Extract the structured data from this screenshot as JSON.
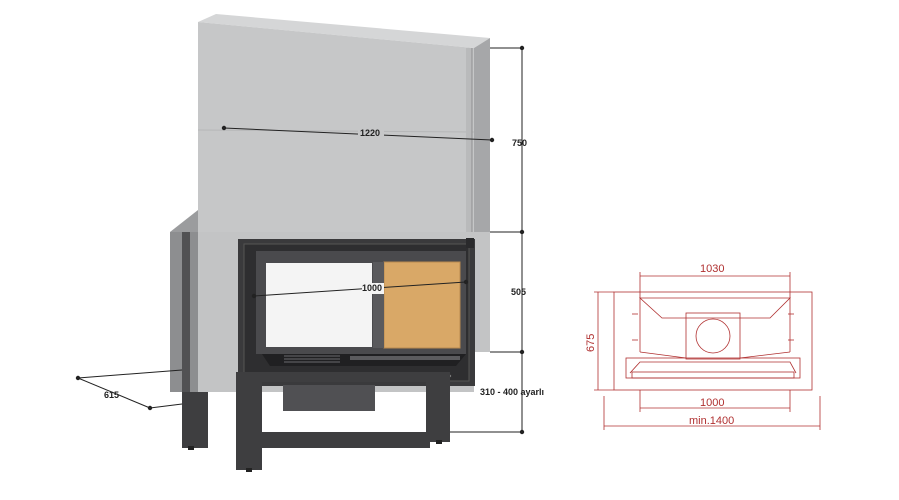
{
  "colors": {
    "hood_face": "#c8c9ca",
    "hood_side": "#a9aaac",
    "frame_dark": "#3c3c3e",
    "firebox_back": "#d9a867",
    "dim_line": "#222222",
    "plan_line": "#b03030"
  },
  "fireplace_view": {
    "dimensions": {
      "width_hood": "1220",
      "height_hood": "750",
      "glass_width": "1000",
      "firebox_height": "505",
      "depth": "615",
      "leg_height": "310 - 400 ayarlı"
    }
  },
  "plan_view": {
    "dimensions": {
      "top_width": "1030",
      "depth": "675",
      "inner_width": "1000",
      "min_width": "min.1400"
    }
  }
}
